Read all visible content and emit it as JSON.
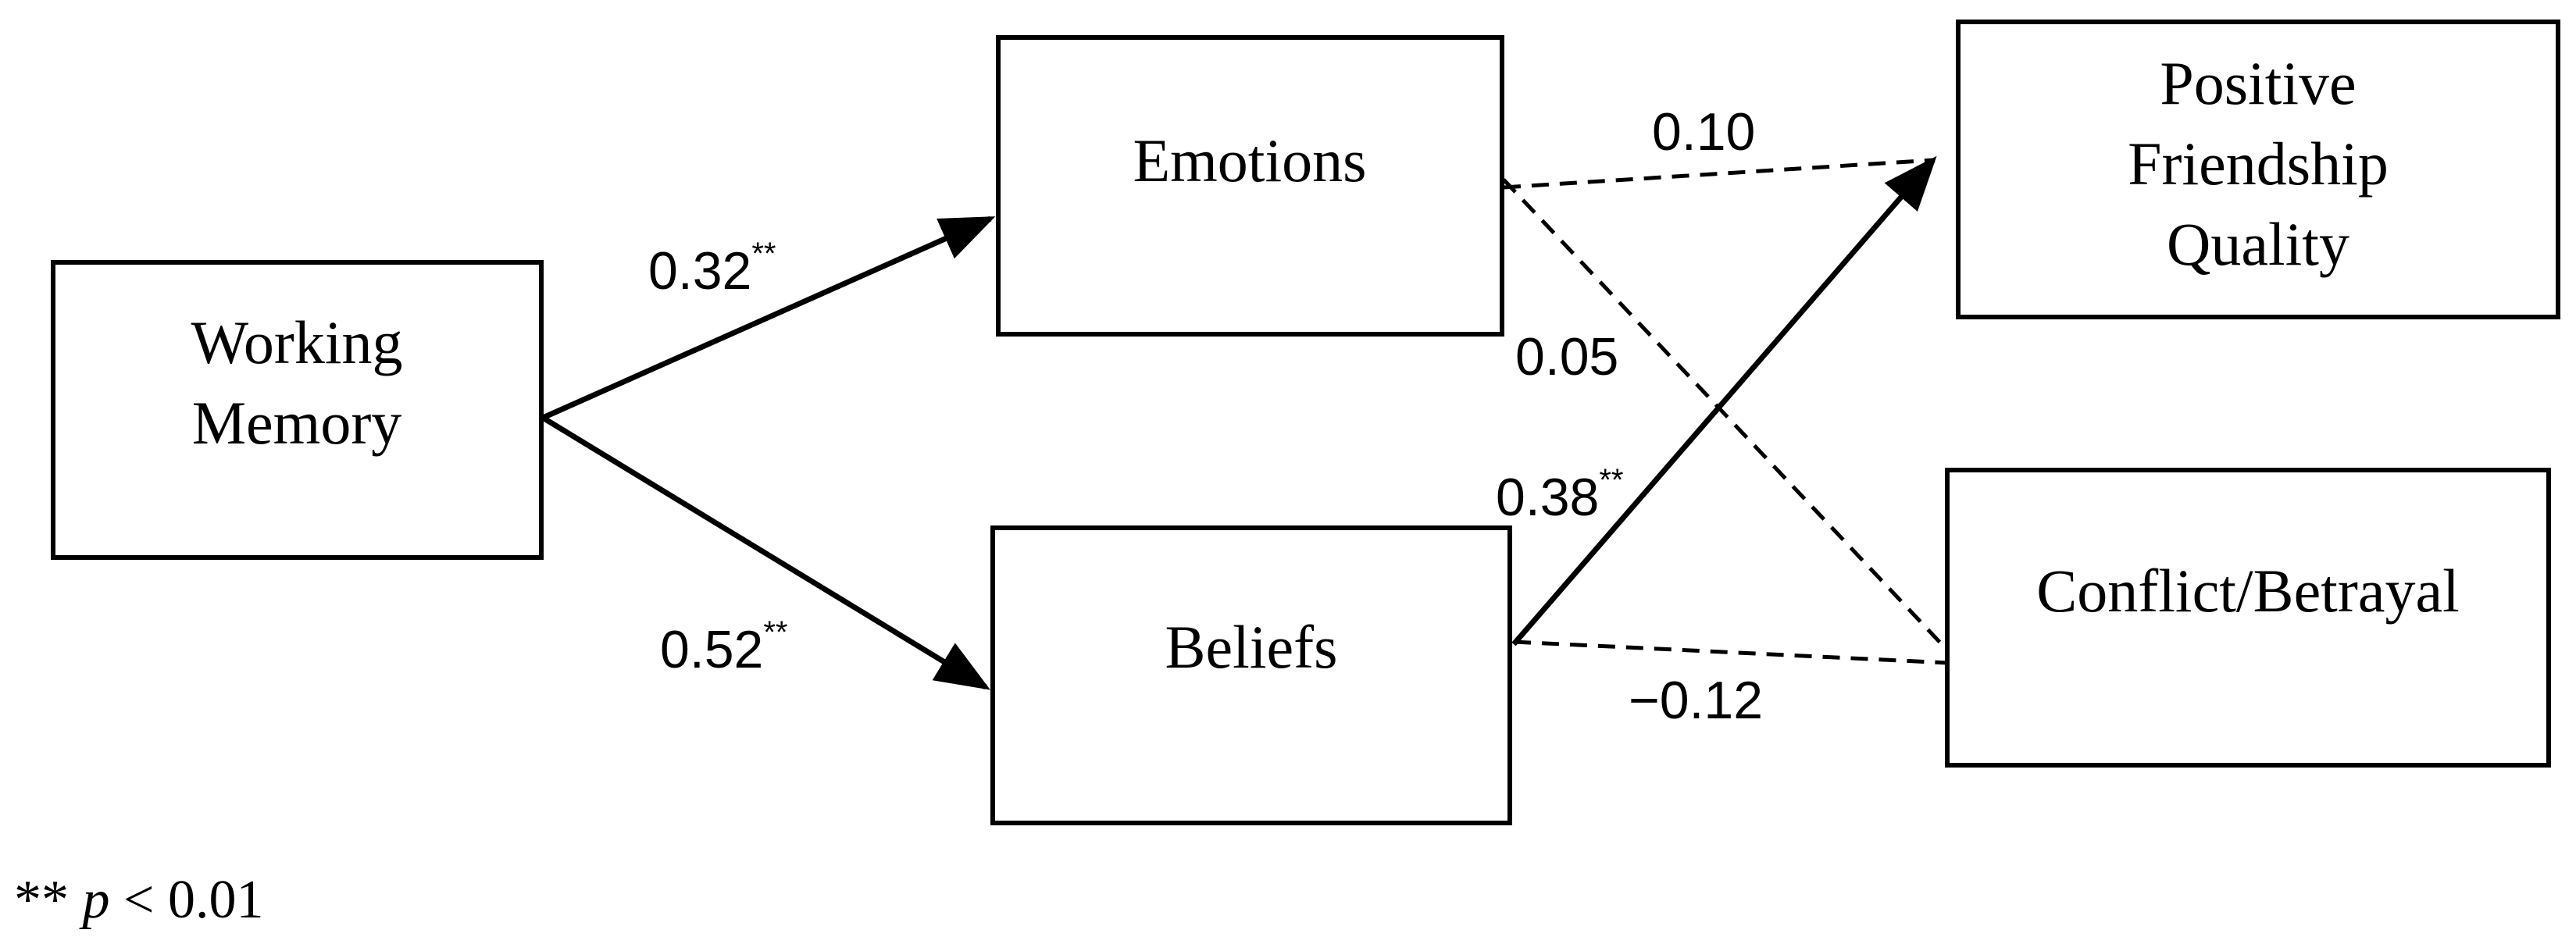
{
  "nodes": {
    "working_memory": {
      "lines": [
        "Working",
        "Memory"
      ]
    },
    "emotions": {
      "lines": [
        "Emotions"
      ]
    },
    "beliefs": {
      "lines": [
        "Beliefs"
      ]
    },
    "positive_friendship_quality": {
      "lines": [
        "Positive",
        "Friendship",
        "Quality"
      ]
    },
    "conflict_betrayal": {
      "lines": [
        "Conflict/Betrayal"
      ]
    }
  },
  "paths": {
    "wm_emotions": {
      "coefficient": "0.32",
      "significance": "**",
      "style": "solid"
    },
    "wm_beliefs": {
      "coefficient": "0.52",
      "significance": "**",
      "style": "solid"
    },
    "emotions_pfq": {
      "coefficient": "0.10",
      "significance": "",
      "style": "dashed"
    },
    "emotions_conflict": {
      "coefficient": "0.05",
      "significance": "",
      "style": "dashed"
    },
    "beliefs_pfq": {
      "coefficient": "0.38",
      "significance": "**",
      "style": "solid"
    },
    "beliefs_conflict": {
      "coefficient": "−0.12",
      "significance": "",
      "style": "dashed"
    }
  },
  "footnote": {
    "stars": "**",
    "p_symbol": "p",
    "rest": " < 0.01"
  }
}
